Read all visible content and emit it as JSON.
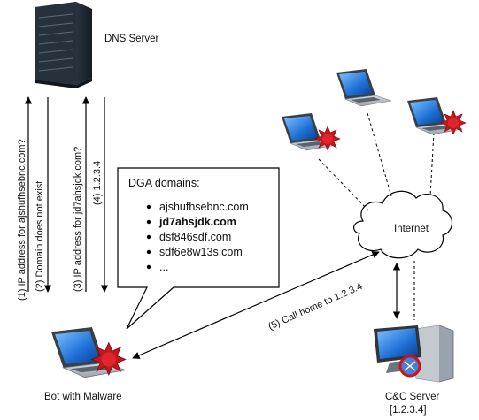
{
  "dns_server": {
    "label": "DNS Server"
  },
  "bot": {
    "label": "Bot with Malware"
  },
  "cnc": {
    "label": "C&C Server",
    "ip": "[1.2.3.4]"
  },
  "internet": {
    "label": "Internet"
  },
  "dga_box": {
    "title": "DGA domains:",
    "items": [
      {
        "text": "ajshufhsebnc.com",
        "bold": false
      },
      {
        "text": "jd7ahsjdk.com",
        "bold": true
      },
      {
        "text": "dsf846sdf.com",
        "bold": false
      },
      {
        "text": "sdf6e8w13s.com",
        "bold": false
      },
      {
        "text": "...",
        "bold": false
      }
    ]
  },
  "steps": {
    "s1": "(1) IP address for ajshufhsebnc.com?",
    "s2": "(2) Domain does not exist",
    "s3": "(3) IP address for jd7ahsjdk.com?",
    "s4": "(4) 1.2.3.4",
    "s5": "(5) Call home to 1.2.3.4"
  },
  "colors": {
    "screen": "#1e6fd6",
    "virus": "#c4161c",
    "server": "#2e3a47"
  }
}
